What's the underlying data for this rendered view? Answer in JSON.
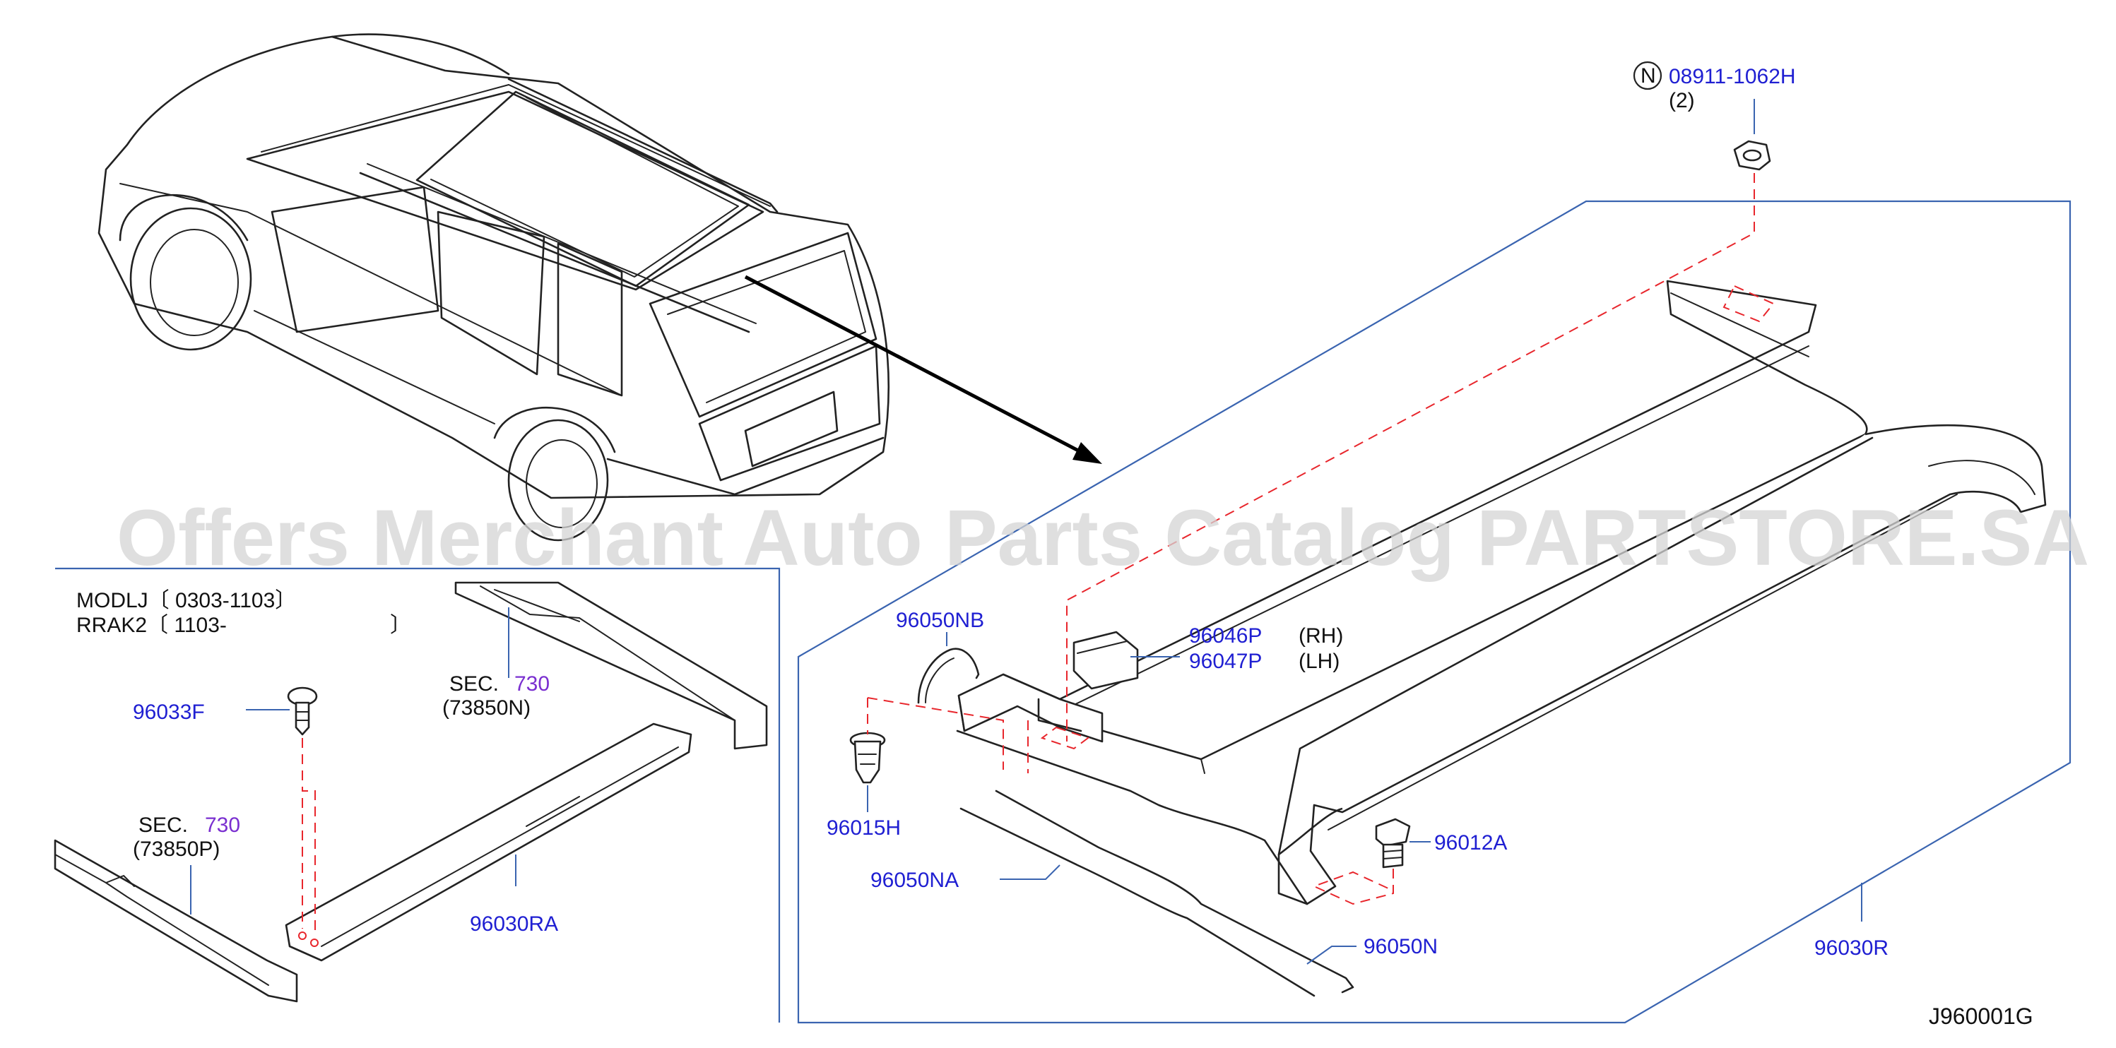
{
  "watermark": "Offers Merchant Auto Parts Catalog PARTSTORE.SA",
  "diagram_code": "J960001G",
  "applicability": {
    "line1": "MODLJ〔 0303-1103〕",
    "line2": "RRAK2〔 1103-",
    "line2_close": "〕"
  },
  "callouts": {
    "nut_symbol": "N",
    "nut_part": "08911-1062H",
    "nut_qty": "(2)",
    "p96050NB": "96050NB",
    "p96046P": "96046P",
    "rh": "(RH)",
    "p96047P": "96047P",
    "lh": "(LH)",
    "p96015H": "96015H",
    "p96050NA": "96050NA",
    "p96012A": "96012A",
    "p96050N": "96050N",
    "p96030R": "96030R",
    "p96033F": "96033F",
    "p96030RA": "96030RA",
    "sec_label_1": "SEC.",
    "sec_num_1": "730",
    "sec_ref_1": "(73850N)",
    "sec_label_2": "SEC.",
    "sec_num_2": "730",
    "sec_ref_2": "(73850P)"
  },
  "colors": {
    "part_number": "#1f1fd2",
    "section_number": "#7a2fd0",
    "frame": "#3a64b0",
    "dashed_guide": "#e8262c"
  }
}
